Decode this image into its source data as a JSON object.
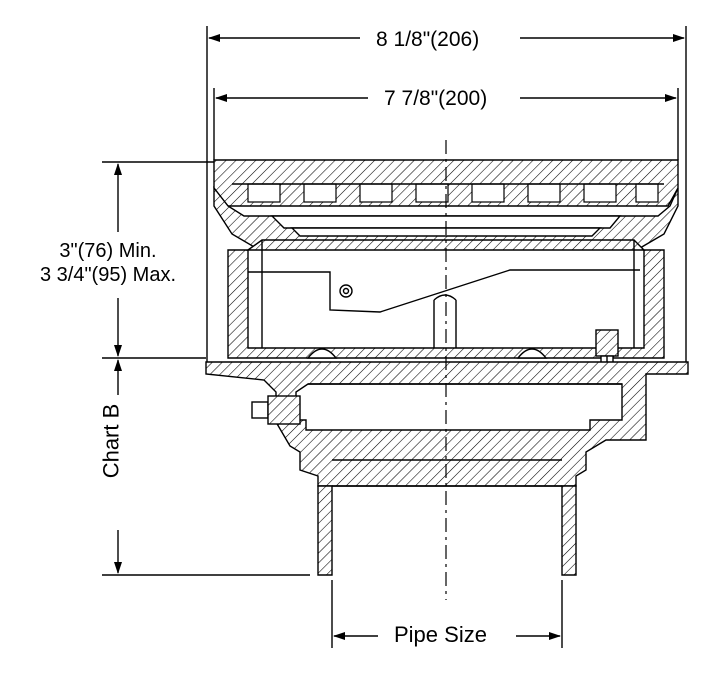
{
  "labels": {
    "overall_width": "8 1/8\"(206)",
    "grate_width": "7 7/8\"(200)",
    "height_min": "3\"(76) Min.",
    "height_max": "3 3/4\"(95) Max.",
    "chart_ref": "Chart B",
    "pipe_size": "Pipe Size"
  }
}
